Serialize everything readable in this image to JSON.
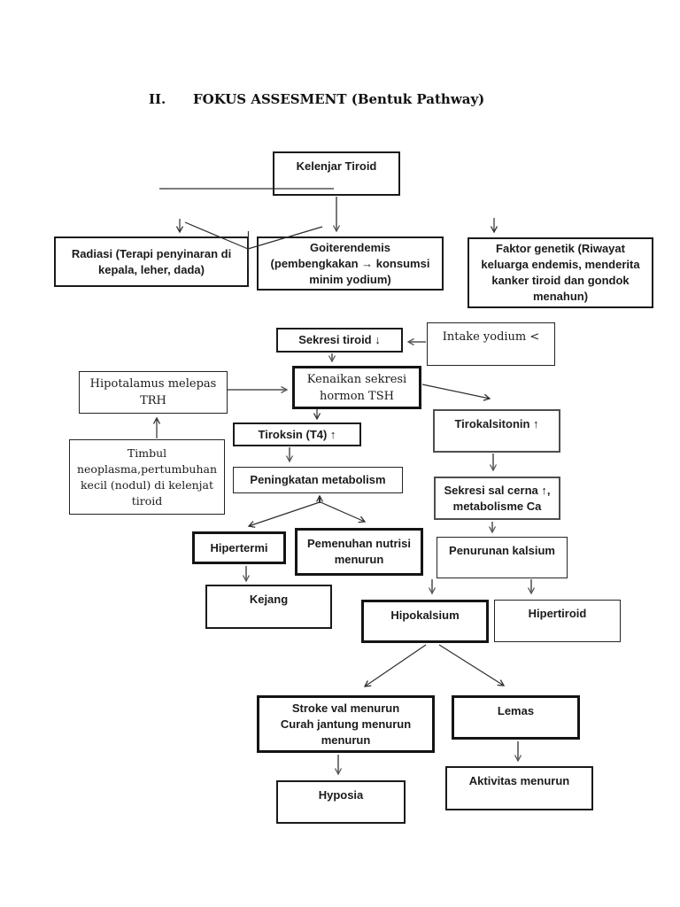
{
  "title": {
    "numeral": "II.",
    "text": "FOKUS ASSESMENT (Bentuk Pathway)"
  },
  "nodes": {
    "kelenjar_tiroid": {
      "label": "Kelenjar Tiroid"
    },
    "radiasi": {
      "label": "Radiasi (Terapi penyinaran di\nkepala, leher, dada)"
    },
    "goiterendemis": {
      "label": "Goiterendemis\n(pembengkakan → konsumsi\nminim yodium)"
    },
    "faktor_genetik": {
      "label": "Faktor genetik (Riwayat\nkeluarga endemis, menderita\nkanker tiroid dan gondok\nmenahun)"
    },
    "sekresi_tiroid": {
      "label": "Sekresi tiroid ↓"
    },
    "intake_yodium": {
      "label": "Intake yodium <"
    },
    "kenaikan_tsh": {
      "label": "Kenaikan  sekresi\nhormon TSH"
    },
    "hipotalamus": {
      "label": "Hipotalamus melepas\nTRH"
    },
    "timbul_neoplasma": {
      "label": "Timbul\nneoplasma,pertumbuhan\nkecil (nodul) di kelenjat\ntiroid"
    },
    "tiroksin": {
      "label": "Tiroksin (T4) ↑"
    },
    "peningkatan": {
      "label": "Peningkatan metabolism"
    },
    "hipertermi": {
      "label": "Hipertermi"
    },
    "pemenuhan_nutrisi": {
      "label": "Pemenuhan nutrisi\nmenurun"
    },
    "kejang": {
      "label": "Kejang"
    },
    "tirokalsitonin": {
      "label": "Tirokalsitonin ↑"
    },
    "sekresi_sal_cerna": {
      "label": "Sekresi sal cerna ↑,\nmetabolisme Ca"
    },
    "penurunan_kalsium": {
      "label": "Penurunan kalsium"
    },
    "hipokalsium": {
      "label": "Hipokalsium"
    },
    "hipertiroid": {
      "label": "Hipertiroid"
    },
    "stroke_val": {
      "label": "Stroke val menurun\nCurah jantung menurun\nmenurun"
    },
    "lemas": {
      "label": "Lemas"
    },
    "hyposia": {
      "label": "Hyposia"
    },
    "aktivitas_menurun": {
      "label": "Aktivitas menurun"
    }
  },
  "colors": {
    "ink": "#1a1a1a",
    "connector_gray": "#6a6a6a",
    "connector_dark": "#2e2e2e",
    "background": "#ffffff"
  }
}
